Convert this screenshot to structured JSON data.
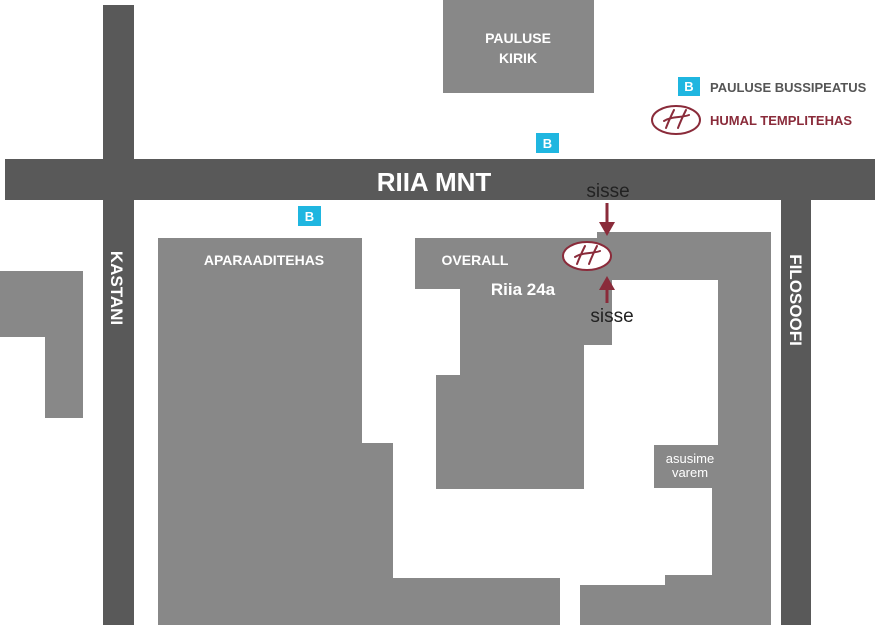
{
  "colors": {
    "road": "#595959",
    "building": "#888888",
    "bus_stop": "#1fb6e0",
    "brand": "#8a2b3a",
    "legend_bus_text": "#555555"
  },
  "roads": {
    "main": "RIIA MNT",
    "left": "KASTANI",
    "right": "FILOSOOFI"
  },
  "buildings": {
    "church_line1": "PAULUSE",
    "church_line2": "KIRIK",
    "aparaaditehas": "APARAADITEHAS",
    "overall": "OVERALL",
    "address": "Riia 24a",
    "asusime_line1": "asusime",
    "asusime_line2": "varem"
  },
  "entrances": {
    "top": "sisse",
    "bottom": "sisse"
  },
  "legend": {
    "bus_letter": "B",
    "bus_label": "PAULUSE BUSSIPEATUS",
    "brand_label": "HUMAL TEMPLITEHAS",
    "brand_icon": "humal-logo-icon"
  },
  "bus_stops": [
    {
      "letter": "B",
      "icon": "bus-stop-icon"
    },
    {
      "letter": "B",
      "icon": "bus-stop-icon"
    }
  ]
}
